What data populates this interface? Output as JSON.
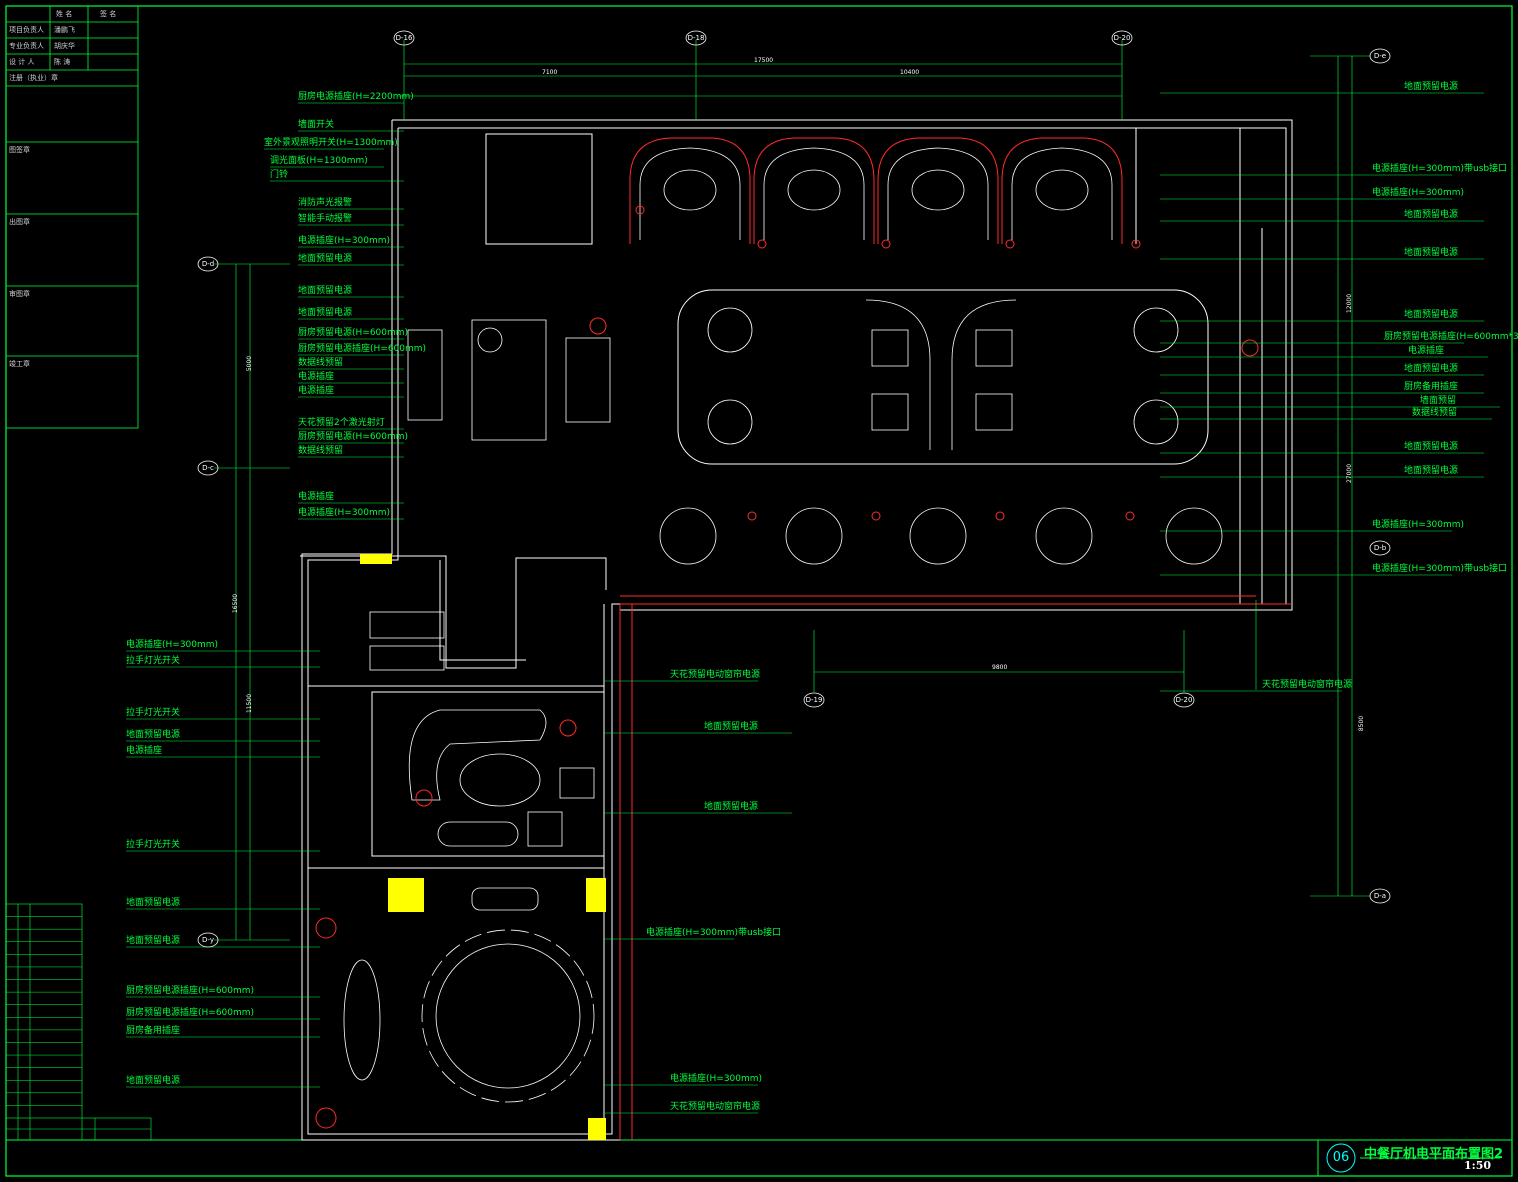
{
  "title_block": {
    "header_col1": "姓 名",
    "header_col2": "签 名",
    "rows": [
      {
        "role": "项目负责人",
        "name": "潘鹏飞"
      },
      {
        "role": "专业负责人",
        "name": "胡庆华"
      },
      {
        "role": "设 计 人",
        "name": "陈 涛"
      }
    ],
    "notes_label": "注册（执业）章",
    "stamp_labels": [
      "图签章",
      "出图章",
      "审图章",
      "竣工章"
    ]
  },
  "drawing": {
    "number": "06",
    "title": "中餐厅机电平面布置图2",
    "scale": "1:50"
  },
  "axes": {
    "top": [
      "D-16",
      "D-18",
      "D-20"
    ],
    "left": [
      "D-d",
      "D-c",
      "D-y"
    ],
    "right": [
      "D-e",
      "D-b",
      "D-a"
    ],
    "bottom": [
      "D-19",
      "D-20"
    ]
  },
  "dimensions": {
    "top_total": "17500",
    "top_left": "7100",
    "top_right": "10400",
    "left_1": "5000",
    "left_2": "16500",
    "left_3": "11500",
    "right_1": "12000",
    "right_2": "27000",
    "right_3": "8500",
    "bottom": "9800"
  },
  "labels_left": [
    "厨房电源插座(H=2200mm)",
    "墙面开关",
    "室外景观照明开关(H=1300mm)",
    "调光面板(H=1300mm)",
    "门铃",
    "消防声光报警",
    "智能手动报警",
    "电源插座(H=300mm)",
    "地面预留电源",
    "地面预留电源",
    "地面预留电源",
    "厨房预留电源(H=600mm)",
    "厨房预留电源插座(H=600mm)",
    "数据线预留",
    "电源插座",
    "电源插座",
    "天花预留2个激光射灯",
    "厨房预留电源(H=600mm)",
    "数据线预留",
    "电源插座",
    "电源插座(H=300mm)",
    "电源插座(H=300mm)",
    "拉手灯光开关",
    "拉手灯光开关",
    "地面预留电源",
    "电源插座",
    "拉手灯光开关",
    "地面预留电源",
    "地面预留电源",
    "厨房预留电源插座(H=600mm)",
    "厨房预留电源插座(H=600mm)",
    "厨房备用插座",
    "地面预留电源"
  ],
  "labels_right": [
    "地面预留电源",
    "电源插座(H=300mm)带usb接口",
    "电源插座(H=300mm)",
    "地面预留电源",
    "地面预留电源",
    "地面预留电源",
    "厨房预留电源插座(H=600mm*3)",
    "电源插座",
    "地面预留电源",
    "厨房备用插座",
    "墙面预留",
    "数据线预留",
    "地面预留电源",
    "地面预留电源",
    "电源插座(H=300mm)",
    "电源插座(H=300mm)带usb接口",
    "天花预留电动窗帘电源"
  ],
  "labels_center": [
    "天花预留电动窗帘电源",
    "地面预留电源",
    "地面预留电源",
    "电源插座(H=300mm)带usb接口",
    "电源插座(H=300mm)",
    "天花预留电动窗帘电源"
  ],
  "legend_rows": 17
}
